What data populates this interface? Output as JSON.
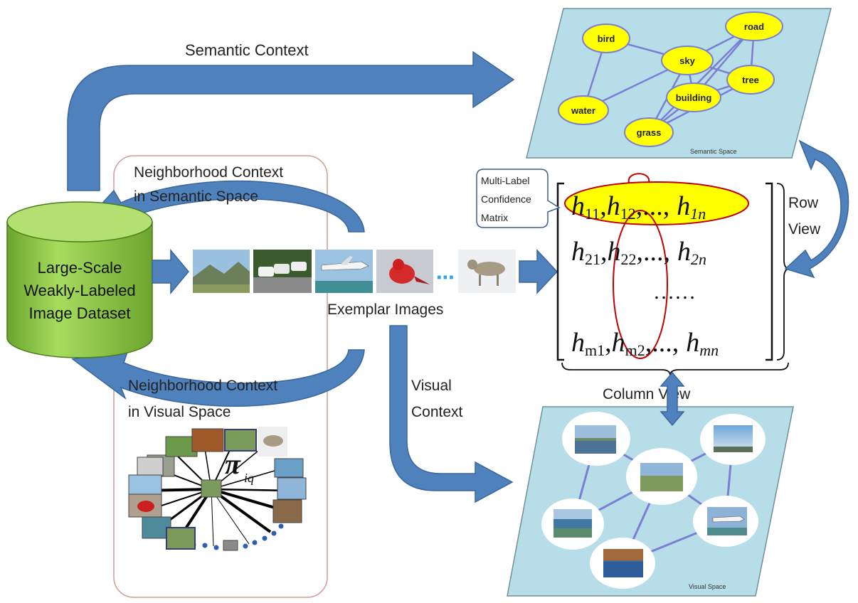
{
  "labels": {
    "semantic_context": "Semantic Context",
    "neighborhood_semantic_1": "Neighborhood Context",
    "neighborhood_semantic_2": "in Semantic Space",
    "neighborhood_visual_1": "Neighborhood Context",
    "neighborhood_visual_2": "in Visual Space",
    "exemplar_images": "Exemplar Images",
    "visual_context_1": "Visual",
    "visual_context_2": "Context",
    "row_view_1": "Row",
    "row_view_2": "View",
    "column_view": "Column   View",
    "pi_symbol": "π",
    "pi_subscript": "iq",
    "ellipsis_dots": "⋯",
    "dataset_1": "Large-Scale",
    "dataset_2": "Weakly-Labeled",
    "dataset_3": "Image Dataset"
  },
  "callout": {
    "line1": "Multi-Label",
    "line2": "Confidence",
    "line3": "Matrix"
  },
  "matrix": {
    "row1": {
      "a": "h",
      "as": "11",
      "b": "h",
      "bs": "12",
      "dots": ",...,",
      "c": "h",
      "cs": "1n"
    },
    "row2": {
      "a": "h",
      "as": "21",
      "b": "h",
      "bs": "22",
      "dots": ",...,",
      "c": "h",
      "cs": "2n"
    },
    "row_mid": "……",
    "row4": {
      "a": "h",
      "as": "m1",
      "b": "h",
      "bs": "m2",
      "dots": ",...,",
      "c": "h",
      "cs": "mn"
    }
  },
  "semantic_space": {
    "caption": "Semantic Space",
    "nodes": {
      "bird": "bird",
      "road": "road",
      "sky": "sky",
      "tree": "tree",
      "building": "building",
      "water": "water",
      "grass": "grass"
    }
  },
  "visual_space": {
    "caption": "Visual Space"
  },
  "colors": {
    "arrow_blue": "#4f81bd",
    "arrow_edge": "#3a679c",
    "dataset_green": "#92d050",
    "panel_teal": "#b7dde8",
    "node_yellow": "#ffff00",
    "edge_purple": "#7b7fd4",
    "ellipse_red": "#c00000"
  }
}
